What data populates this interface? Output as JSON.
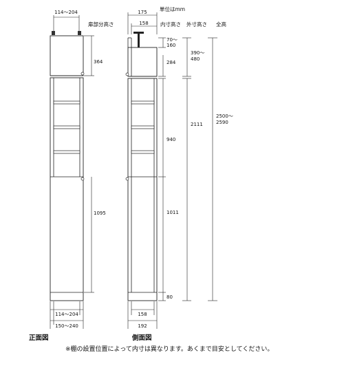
{
  "unit_note": "単位はmm",
  "front": {
    "label": "正面図",
    "top_width": "114～204",
    "door_height_header": "扉部分高さ",
    "upper_door": "364",
    "lower_door": "1095",
    "inner_width": "114～204",
    "outer_width": "150～240"
  },
  "side": {
    "label": "側面図",
    "top_depth": "175",
    "inner_depth": "158",
    "inner_height_header": "内寸高さ",
    "outer_height_header": "外寸高さ",
    "total_height_header": "全高",
    "adjust_gap": "70～\n160",
    "upper_inner": "284",
    "upper_outer": "390～\n480",
    "middle_inner": "940",
    "lower_inner": "1011",
    "body_outer": "2111",
    "plinth": "80",
    "total": "2500～\n2590",
    "bottom_inner_depth": "158",
    "bottom_outer_depth": "192"
  },
  "footnote": "※棚の設置位置によって内寸は異なります。あくまで目安としてください。"
}
